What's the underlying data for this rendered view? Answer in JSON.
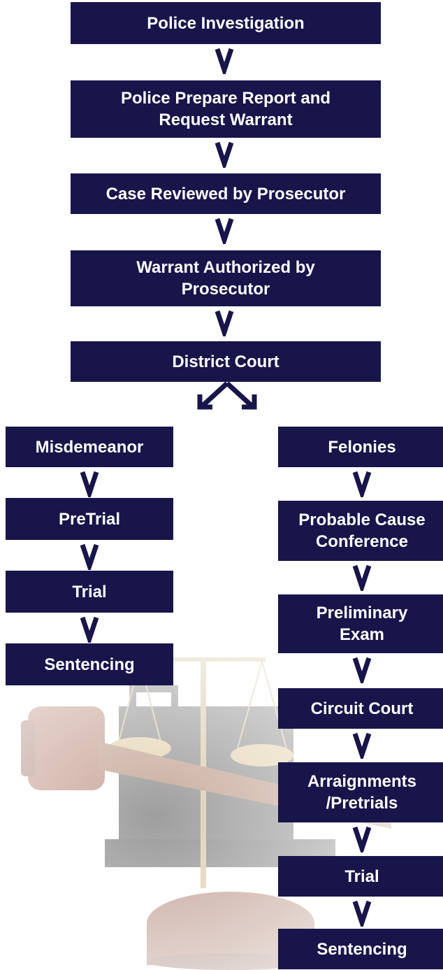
{
  "flow": {
    "top": [
      {
        "label_line1": "Police Investigation",
        "label_line2": ""
      },
      {
        "label_line1": "Police Prepare Report and",
        "label_line2": "Request Warrant"
      },
      {
        "label_line1": "Case Reviewed by Prosecutor",
        "label_line2": ""
      },
      {
        "label_line1": "Warrant Authorized by",
        "label_line2": "Prosecutor"
      },
      {
        "label_line1": "District Court",
        "label_line2": ""
      }
    ],
    "misdemeanor": [
      {
        "label": "Misdemeanor"
      },
      {
        "label": "PreTrial"
      },
      {
        "label": "Trial"
      },
      {
        "label": "Sentencing"
      }
    ],
    "felonies": [
      {
        "label_line1": "Felonies",
        "label_line2": ""
      },
      {
        "label_line1": "Probable Cause",
        "label_line2": "Conference"
      },
      {
        "label_line1": "Preliminary",
        "label_line2": "Exam"
      },
      {
        "label_line1": "Circuit Court",
        "label_line2": ""
      },
      {
        "label_line1": "Arraignments",
        "label_line2": "/Pretrials"
      },
      {
        "label_line1": "Trial",
        "label_line2": ""
      },
      {
        "label_line1": "Sentencing",
        "label_line2": ""
      }
    ]
  },
  "colors": {
    "box_fill": "#17154a",
    "box_text": "#ffffff",
    "arrow": "#17154a"
  },
  "background": {
    "image_icon": "scales-of-justice-and-gavel-icon"
  }
}
